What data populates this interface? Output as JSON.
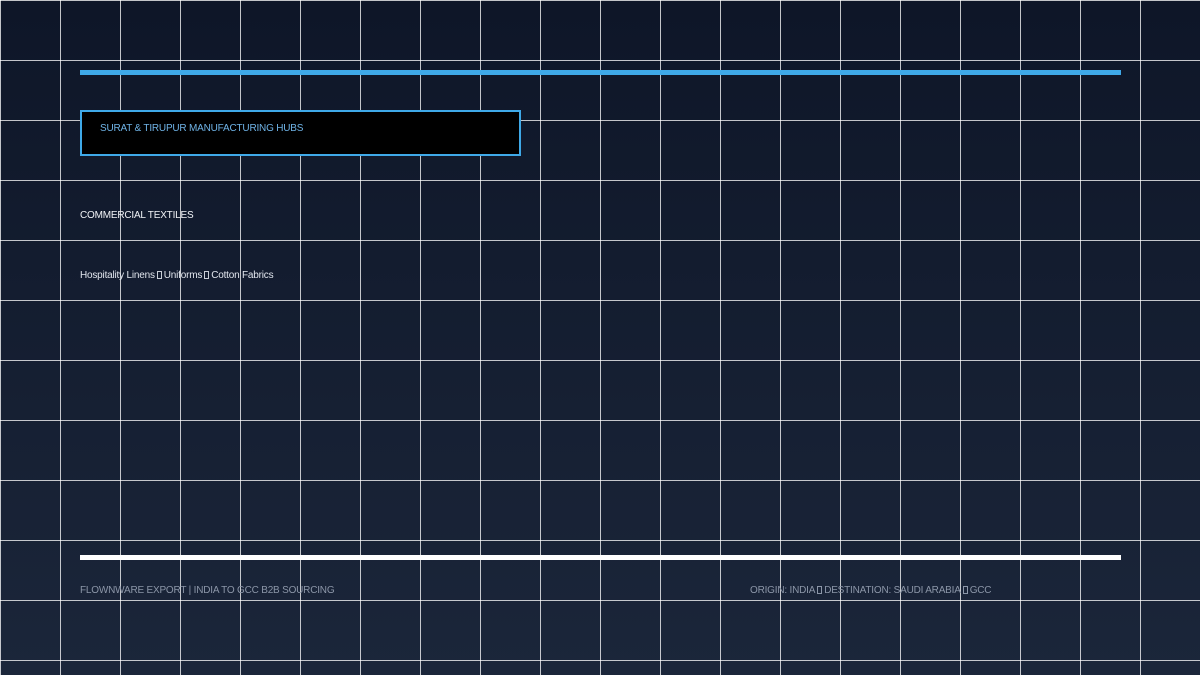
{
  "colors": {
    "accent": "#3fa9e8",
    "background_top": "#0e1628",
    "background_bottom": "#1b263a",
    "grid_line": "#ffffff"
  },
  "hub": {
    "label": "SURAT & TIRUPUR MANUFACTURING HUBS"
  },
  "category": {
    "title": "COMMERCIAL TEXTILES"
  },
  "products": {
    "items": [
      "Hospitality Linens",
      "Uniforms",
      "Cotton Fabrics"
    ]
  },
  "footer": {
    "brand": "FLOWNWARE EXPORT | INDIA TO GCC B2B SOURCING",
    "origin": "ORIGIN: INDIA",
    "destination": "DESTINATION: SAUDI ARABIA",
    "region": "GCC"
  }
}
